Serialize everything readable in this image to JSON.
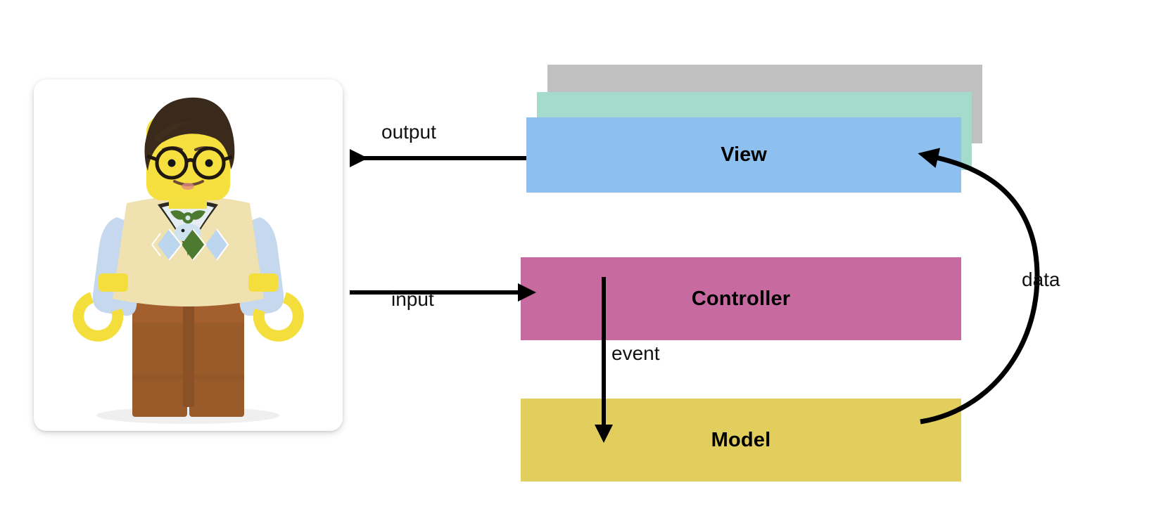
{
  "diagram": {
    "title": "MVC architecture diagram",
    "user_photo": {
      "alt": "LEGO minifigure of a person with dark brown hair, black round glasses, cream argyle sweater vest, light blue shirt sleeves, yellow hands and brown legs",
      "icon": "user-photo"
    },
    "layers": [
      {
        "name": "layer-back",
        "label": "",
        "color": "#C0C0C0"
      },
      {
        "name": "layer-middle",
        "label": "",
        "color": "#A5DBCD"
      },
      {
        "name": "layer-front",
        "label": "View",
        "color": "#8DC0EF"
      }
    ],
    "nodes": [
      {
        "id": "view",
        "label": "View",
        "color": "#8DC0EF"
      },
      {
        "id": "controller",
        "label": "Controller",
        "color": "#C66A9F"
      },
      {
        "id": "model",
        "label": "Model",
        "color": "#E1CE5C"
      }
    ],
    "edges": [
      {
        "id": "output",
        "label": "output",
        "from": "view",
        "to": "user",
        "direction": "left"
      },
      {
        "id": "input",
        "label": "input",
        "from": "user",
        "to": "controller",
        "direction": "right"
      },
      {
        "id": "event",
        "label": "event",
        "from": "controller",
        "to": "model",
        "direction": "down"
      },
      {
        "id": "data",
        "label": "data",
        "from": "model",
        "to": "view",
        "direction": "curved-up"
      }
    ],
    "colors": {
      "background": "#FFFFFF",
      "stroke": "#000000",
      "gray": "#C0C0C0",
      "teal": "#A5DBCD",
      "blue": "#8DC0EF",
      "pink": "#C66A9F",
      "yellow": "#E1CE5C"
    }
  }
}
